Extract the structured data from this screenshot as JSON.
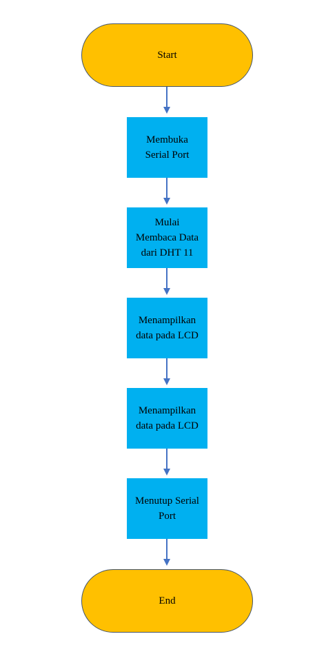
{
  "flowchart": {
    "start": {
      "label": "Start"
    },
    "steps": [
      {
        "label": "Membuka\nSerial Port"
      },
      {
        "label": "Mulai\nMembaca Data\ndari DHT 11"
      },
      {
        "label": "Menampilkan\ndata pada LCD"
      },
      {
        "label": "Menampilkan\ndata pada LCD"
      },
      {
        "label": "Menutup Serial\nPort"
      }
    ],
    "end": {
      "label": "End"
    }
  },
  "colors": {
    "terminal_fill": "#ffc000",
    "terminal_border": "#44546a",
    "process_fill": "#00b0f0",
    "connector": "#4472c4"
  }
}
